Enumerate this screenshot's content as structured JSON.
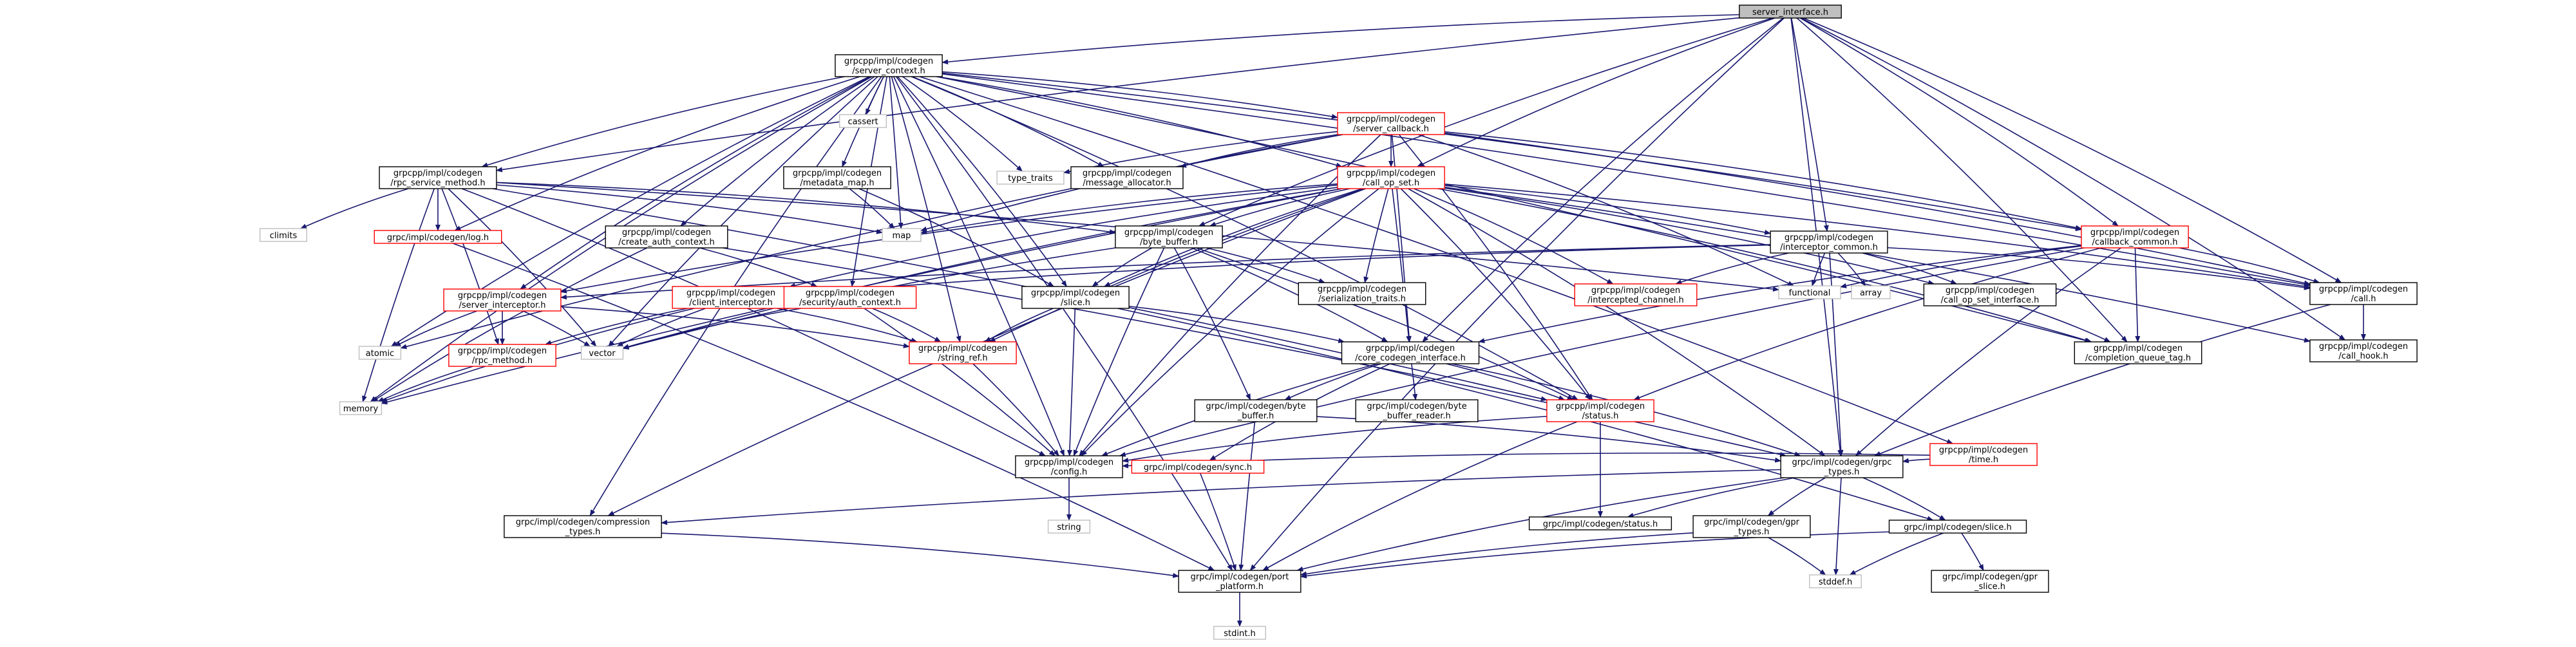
{
  "colors": {
    "edge": "#191970",
    "root_fill": "#bfbfbf",
    "documented_border": "#000000",
    "external_border": "#bfbfbf",
    "problem_border": "#ff0000",
    "node_fill": "#ffffff"
  },
  "graph": {
    "nodes": [
      {
        "id": "server_interface",
        "lines": [
          "server_interface.h"
        ],
        "style": "root"
      },
      {
        "id": "server_context",
        "lines": [
          "grpcpp/impl/codegen",
          "/server_context.h"
        ],
        "style": "doc"
      },
      {
        "id": "cassert",
        "lines": [
          "cassert"
        ],
        "style": "ext"
      },
      {
        "id": "server_callback",
        "lines": [
          "grpcpp/impl/codegen",
          "/server_callback.h"
        ],
        "style": "red"
      },
      {
        "id": "type_traits",
        "lines": [
          "type_traits"
        ],
        "style": "ext"
      },
      {
        "id": "message_allocator",
        "lines": [
          "grpcpp/impl/codegen",
          "/message_allocator.h"
        ],
        "style": "doc"
      },
      {
        "id": "metadata_map",
        "lines": [
          "grpcpp/impl/codegen",
          "/metadata_map.h"
        ],
        "style": "doc"
      },
      {
        "id": "rpc_service_method",
        "lines": [
          "grpcpp/impl/codegen",
          "/rpc_service_method.h"
        ],
        "style": "doc"
      },
      {
        "id": "call_op_set",
        "lines": [
          "grpcpp/impl/codegen",
          "/call_op_set.h"
        ],
        "style": "red"
      },
      {
        "id": "climits",
        "lines": [
          "climits"
        ],
        "style": "ext"
      },
      {
        "id": "log",
        "lines": [
          "grpc/impl/codegen/log.h"
        ],
        "style": "red"
      },
      {
        "id": "map",
        "lines": [
          "map"
        ],
        "style": "ext"
      },
      {
        "id": "create_auth_context",
        "lines": [
          "grpcpp/impl/codegen",
          "/create_auth_context.h"
        ],
        "style": "doc"
      },
      {
        "id": "byte_buffer",
        "lines": [
          "grpcpp/impl/codegen",
          "/byte_buffer.h"
        ],
        "style": "doc"
      },
      {
        "id": "interceptor_common",
        "lines": [
          "grpcpp/impl/codegen",
          "/interceptor_common.h"
        ],
        "style": "doc"
      },
      {
        "id": "callback_common",
        "lines": [
          "grpcpp/impl/codegen",
          "/callback_common.h"
        ],
        "style": "red"
      },
      {
        "id": "functional",
        "lines": [
          "functional"
        ],
        "style": "ext"
      },
      {
        "id": "array",
        "lines": [
          "array"
        ],
        "style": "ext"
      },
      {
        "id": "call",
        "lines": [
          "grpcpp/impl/codegen",
          "/call.h"
        ],
        "style": "doc"
      },
      {
        "id": "server_interceptor",
        "lines": [
          "grpcpp/impl/codegen",
          "/server_interceptor.h"
        ],
        "style": "red"
      },
      {
        "id": "client_interceptor",
        "lines": [
          "grpcpp/impl/codegen",
          "/client_interceptor.h"
        ],
        "style": "red"
      },
      {
        "id": "security_auth_context",
        "lines": [
          "grpcpp/impl/codegen",
          "/security/auth_context.h"
        ],
        "style": "red"
      },
      {
        "id": "slice_h",
        "lines": [
          "grpcpp/impl/codegen",
          "/slice.h"
        ],
        "style": "doc"
      },
      {
        "id": "serialization_traits",
        "lines": [
          "grpcpp/impl/codegen",
          "/serialization_traits.h"
        ],
        "style": "doc"
      },
      {
        "id": "intercepted_channel",
        "lines": [
          "grpcpp/impl/codegen",
          "/intercepted_channel.h"
        ],
        "style": "red"
      },
      {
        "id": "call_op_set_interface",
        "lines": [
          "grpcpp/impl/codegen",
          "/call_op_set_interface.h"
        ],
        "style": "doc"
      },
      {
        "id": "call_hook",
        "lines": [
          "grpcpp/impl/codegen",
          "/call_hook.h"
        ],
        "style": "doc"
      },
      {
        "id": "atomic",
        "lines": [
          "atomic"
        ],
        "style": "ext"
      },
      {
        "id": "vector",
        "lines": [
          "vector"
        ],
        "style": "ext"
      },
      {
        "id": "string_ref",
        "lines": [
          "grpcpp/impl/codegen",
          "/string_ref.h"
        ],
        "style": "red"
      },
      {
        "id": "core_codegen_interface",
        "lines": [
          "grpcpp/impl/codegen",
          "/core_codegen_interface.h"
        ],
        "style": "doc"
      },
      {
        "id": "completion_queue_tag",
        "lines": [
          "grpcpp/impl/codegen",
          "/completion_queue_tag.h"
        ],
        "style": "doc"
      },
      {
        "id": "rpc_method",
        "lines": [
          "grpcpp/impl/codegen",
          "/rpc_method.h"
        ],
        "style": "red"
      },
      {
        "id": "memory",
        "lines": [
          "memory"
        ],
        "style": "ext"
      },
      {
        "id": "grpc_byte_buffer",
        "lines": [
          "grpc/impl/codegen/byte",
          "_buffer.h"
        ],
        "style": "doc"
      },
      {
        "id": "grpc_byte_buffer_reader",
        "lines": [
          "grpc/impl/codegen/byte",
          "_buffer_reader.h"
        ],
        "style": "doc"
      },
      {
        "id": "status_cpp",
        "lines": [
          "grpcpp/impl/codegen",
          "/status.h"
        ],
        "style": "red"
      },
      {
        "id": "time_h",
        "lines": [
          "grpcpp/impl/codegen",
          "/time.h"
        ],
        "style": "red"
      },
      {
        "id": "config",
        "lines": [
          "grpcpp/impl/codegen",
          "/config.h"
        ],
        "style": "doc"
      },
      {
        "id": "sync",
        "lines": [
          "grpc/impl/codegen/sync.h"
        ],
        "style": "red"
      },
      {
        "id": "grpc_types",
        "lines": [
          "grpc/impl/codegen/grpc",
          "_types.h"
        ],
        "style": "doc"
      },
      {
        "id": "string",
        "lines": [
          "string"
        ],
        "style": "ext"
      },
      {
        "id": "compression_types",
        "lines": [
          "grpc/impl/codegen/compression",
          "_types.h"
        ],
        "style": "doc"
      },
      {
        "id": "grpc_status",
        "lines": [
          "grpc/impl/codegen/status.h"
        ],
        "style": "doc"
      },
      {
        "id": "gpr_types",
        "lines": [
          "grpc/impl/codegen/gpr",
          "_types.h"
        ],
        "style": "doc"
      },
      {
        "id": "grpc_slice",
        "lines": [
          "grpc/impl/codegen/slice.h"
        ],
        "style": "doc"
      },
      {
        "id": "stddef",
        "lines": [
          "stddef.h"
        ],
        "style": "ext"
      },
      {
        "id": "gpr_slice",
        "lines": [
          "grpc/impl/codegen/gpr",
          "_slice.h"
        ],
        "style": "doc"
      },
      {
        "id": "port_platform",
        "lines": [
          "grpc/impl/codegen/port",
          "_platform.h"
        ],
        "style": "doc"
      },
      {
        "id": "stdint",
        "lines": [
          "stdint.h"
        ],
        "style": "ext"
      }
    ],
    "edges": [
      [
        "server_interface",
        "server_context"
      ],
      [
        "server_interface",
        "rpc_service_method"
      ],
      [
        "server_interface",
        "call_op_set"
      ],
      [
        "server_interface",
        "interceptor_common"
      ],
      [
        "server_interface",
        "call"
      ],
      [
        "server_interface",
        "call_hook"
      ],
      [
        "server_interface",
        "completion_queue_tag"
      ],
      [
        "server_interface",
        "core_codegen_interface"
      ],
      [
        "server_interface",
        "port_platform"
      ],
      [
        "server_interface",
        "callback_common"
      ],
      [
        "server_interface",
        "grpc_types"
      ],
      [
        "server_interface",
        "byte_buffer"
      ],
      [
        "server_context",
        "cassert"
      ],
      [
        "server_context",
        "server_callback"
      ],
      [
        "server_context",
        "type_traits"
      ],
      [
        "server_context",
        "message_allocator"
      ],
      [
        "server_context",
        "metadata_map"
      ],
      [
        "server_context",
        "rpc_service_method"
      ],
      [
        "server_context",
        "call_op_set"
      ],
      [
        "server_context",
        "map"
      ],
      [
        "server_context",
        "create_auth_context"
      ],
      [
        "server_context",
        "server_interceptor"
      ],
      [
        "server_context",
        "security_auth_context"
      ],
      [
        "server_context",
        "string_ref"
      ],
      [
        "server_context",
        "config"
      ],
      [
        "server_context",
        "memory"
      ],
      [
        "server_context",
        "vector"
      ],
      [
        "server_context",
        "atomic"
      ],
      [
        "server_context",
        "compression_types"
      ],
      [
        "server_context",
        "port_platform"
      ],
      [
        "server_context",
        "call"
      ],
      [
        "server_context",
        "completion_queue_tag"
      ],
      [
        "server_context",
        "callback_common"
      ],
      [
        "server_context",
        "status_cpp"
      ],
      [
        "server_context",
        "time_h"
      ],
      [
        "server_context",
        "log"
      ],
      [
        "server_context",
        "slice_h"
      ],
      [
        "server_callback",
        "type_traits"
      ],
      [
        "server_callback",
        "message_allocator"
      ],
      [
        "server_callback",
        "call_op_set"
      ],
      [
        "server_callback",
        "callback_common"
      ],
      [
        "server_callback",
        "config"
      ],
      [
        "server_callback",
        "core_codegen_interface"
      ],
      [
        "server_callback",
        "status_cpp"
      ],
      [
        "server_callback",
        "functional"
      ],
      [
        "server_callback",
        "atomic"
      ],
      [
        "server_callback",
        "call"
      ],
      [
        "server_callback",
        "map"
      ],
      [
        "metadata_map",
        "map"
      ],
      [
        "metadata_map",
        "slice_h"
      ],
      [
        "rpc_service_method",
        "climits"
      ],
      [
        "rpc_service_method",
        "functional"
      ],
      [
        "rpc_service_method",
        "map"
      ],
      [
        "rpc_service_method",
        "memory"
      ],
      [
        "rpc_service_method",
        "vector"
      ],
      [
        "rpc_service_method",
        "log"
      ],
      [
        "rpc_service_method",
        "byte_buffer"
      ],
      [
        "rpc_service_method",
        "config"
      ],
      [
        "rpc_service_method",
        "rpc_method"
      ],
      [
        "rpc_service_method",
        "status_cpp"
      ],
      [
        "call_op_set",
        "map"
      ],
      [
        "call_op_set",
        "memory"
      ],
      [
        "call_op_set",
        "byte_buffer"
      ],
      [
        "call_op_set",
        "call"
      ],
      [
        "call_op_set",
        "call_hook"
      ],
      [
        "call_op_set",
        "call_op_set_interface"
      ],
      [
        "call_op_set",
        "completion_queue_tag"
      ],
      [
        "call_op_set",
        "config"
      ],
      [
        "call_op_set",
        "core_codegen_interface"
      ],
      [
        "call_op_set",
        "intercepted_channel"
      ],
      [
        "call_op_set",
        "interceptor_common"
      ],
      [
        "call_op_set",
        "serialization_traits"
      ],
      [
        "call_op_set",
        "slice_h"
      ],
      [
        "call_op_set",
        "string_ref"
      ],
      [
        "call_op_set",
        "grpc_types"
      ],
      [
        "call_op_set",
        "status_cpp"
      ],
      [
        "call_op_set",
        "compression_types"
      ],
      [
        "call_op_set",
        "vector"
      ],
      [
        "call_op_set",
        "server_interceptor"
      ],
      [
        "call_op_set",
        "client_interceptor"
      ],
      [
        "log",
        "port_platform"
      ],
      [
        "create_auth_context",
        "memory"
      ],
      [
        "create_auth_context",
        "security_auth_context"
      ],
      [
        "create_auth_context",
        "grpc_types"
      ],
      [
        "byte_buffer",
        "grpc_byte_buffer"
      ],
      [
        "byte_buffer",
        "config"
      ],
      [
        "byte_buffer",
        "core_codegen_interface"
      ],
      [
        "byte_buffer",
        "serialization_traits"
      ],
      [
        "byte_buffer",
        "slice_h"
      ],
      [
        "byte_buffer",
        "status_cpp"
      ],
      [
        "byte_buffer",
        "vector"
      ],
      [
        "interceptor_common",
        "array"
      ],
      [
        "interceptor_common",
        "functional"
      ],
      [
        "interceptor_common",
        "call"
      ],
      [
        "interceptor_common",
        "call_op_set_interface"
      ],
      [
        "interceptor_common",
        "client_interceptor"
      ],
      [
        "interceptor_common",
        "intercepted_channel"
      ],
      [
        "interceptor_common",
        "server_interceptor"
      ],
      [
        "interceptor_common",
        "grpc_types"
      ],
      [
        "callback_common",
        "functional"
      ],
      [
        "callback_common",
        "call"
      ],
      [
        "callback_common",
        "completion_queue_tag"
      ],
      [
        "callback_common",
        "config"
      ],
      [
        "callback_common",
        "core_codegen_interface"
      ],
      [
        "callback_common",
        "status_cpp"
      ],
      [
        "callback_common",
        "grpc_types"
      ],
      [
        "call",
        "call_hook"
      ],
      [
        "call",
        "grpc_types"
      ],
      [
        "server_interceptor",
        "atomic"
      ],
      [
        "server_interceptor",
        "vector"
      ],
      [
        "server_interceptor",
        "rpc_method"
      ],
      [
        "server_interceptor",
        "string_ref"
      ],
      [
        "client_interceptor",
        "memory"
      ],
      [
        "client_interceptor",
        "vector"
      ],
      [
        "client_interceptor",
        "rpc_method"
      ],
      [
        "client_interceptor",
        "string_ref"
      ],
      [
        "security_auth_context",
        "vector"
      ],
      [
        "security_auth_context",
        "string_ref"
      ],
      [
        "security_auth_context",
        "config"
      ],
      [
        "slice_h",
        "config"
      ],
      [
        "slice_h",
        "core_codegen_interface"
      ],
      [
        "slice_h",
        "string_ref"
      ],
      [
        "slice_h",
        "grpc_slice"
      ],
      [
        "call_op_set_interface",
        "completion_queue_tag"
      ],
      [
        "string_ref",
        "config"
      ],
      [
        "core_codegen_interface",
        "grpc_byte_buffer"
      ],
      [
        "core_codegen_interface",
        "grpc_byte_buffer_reader"
      ],
      [
        "core_codegen_interface",
        "config"
      ],
      [
        "core_codegen_interface",
        "status_cpp"
      ],
      [
        "core_codegen_interface",
        "sync"
      ],
      [
        "core_codegen_interface",
        "grpc_types"
      ],
      [
        "rpc_method",
        "memory"
      ],
      [
        "grpc_byte_buffer",
        "port_platform"
      ],
      [
        "grpc_byte_buffer",
        "grpc_types"
      ],
      [
        "status_cpp",
        "config"
      ],
      [
        "status_cpp",
        "grpc_status"
      ],
      [
        "status_cpp",
        "port_platform"
      ],
      [
        "time_h",
        "config"
      ],
      [
        "time_h",
        "grpc_types"
      ],
      [
        "config",
        "string"
      ],
      [
        "sync",
        "port_platform"
      ],
      [
        "grpc_types",
        "compression_types"
      ],
      [
        "grpc_types",
        "grpc_status"
      ],
      [
        "grpc_types",
        "gpr_types"
      ],
      [
        "grpc_types",
        "grpc_slice"
      ],
      [
        "grpc_types",
        "stddef"
      ],
      [
        "grpc_types",
        "port_platform"
      ],
      [
        "compression_types",
        "port_platform"
      ],
      [
        "gpr_types",
        "stddef"
      ],
      [
        "gpr_types",
        "port_platform"
      ],
      [
        "grpc_slice",
        "gpr_slice"
      ],
      [
        "grpc_slice",
        "stddef"
      ],
      [
        "grpc_slice",
        "port_platform"
      ],
      [
        "port_platform",
        "stdint"
      ]
    ]
  }
}
